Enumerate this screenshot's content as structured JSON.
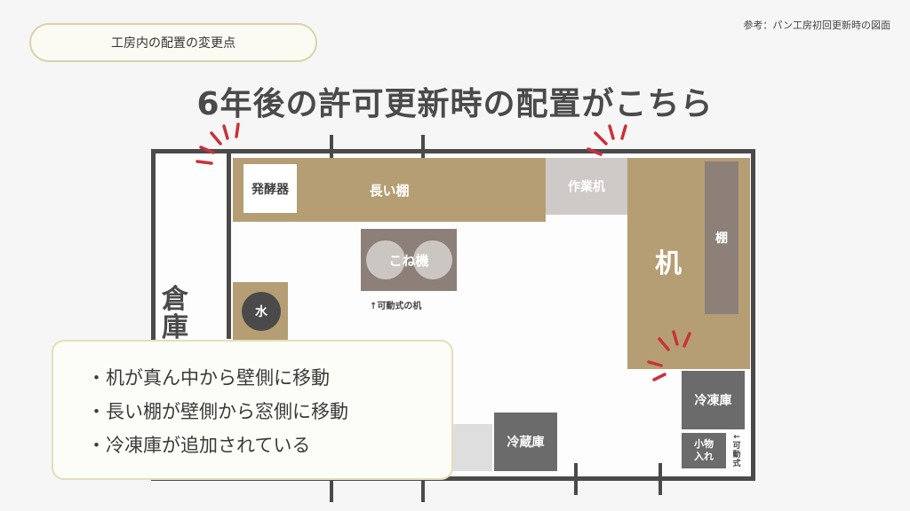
{
  "header": {
    "pill_label": "工房内の配置の変更点",
    "reference": "参考：パン工房初回更新時の図面",
    "title": "6年後の許可更新時の配置がこちら"
  },
  "floorplan": {
    "storage": "倉庫",
    "fermenter": "発酵器",
    "long_shelf": "長い棚",
    "work_desk": "作業机",
    "desk": "机",
    "shelf": "棚",
    "kneader": "こね機",
    "mobile_desk_note": "↑可動式の机",
    "water": "水",
    "freezer": "冷凍庫",
    "small_items": [
      "小物",
      "入れ"
    ],
    "small_items_note": "←可動式",
    "refrigerator": "冷蔵庫"
  },
  "callout": {
    "items": [
      "・机が真ん中から壁側に移動",
      "・長い棚が壁側から窓側に移動",
      "・冷凍庫が追加されている"
    ]
  },
  "colors": {
    "accent_marks": "#c8323a",
    "shelf_brown": "#b59e73",
    "wall": "#4a4a4a"
  }
}
